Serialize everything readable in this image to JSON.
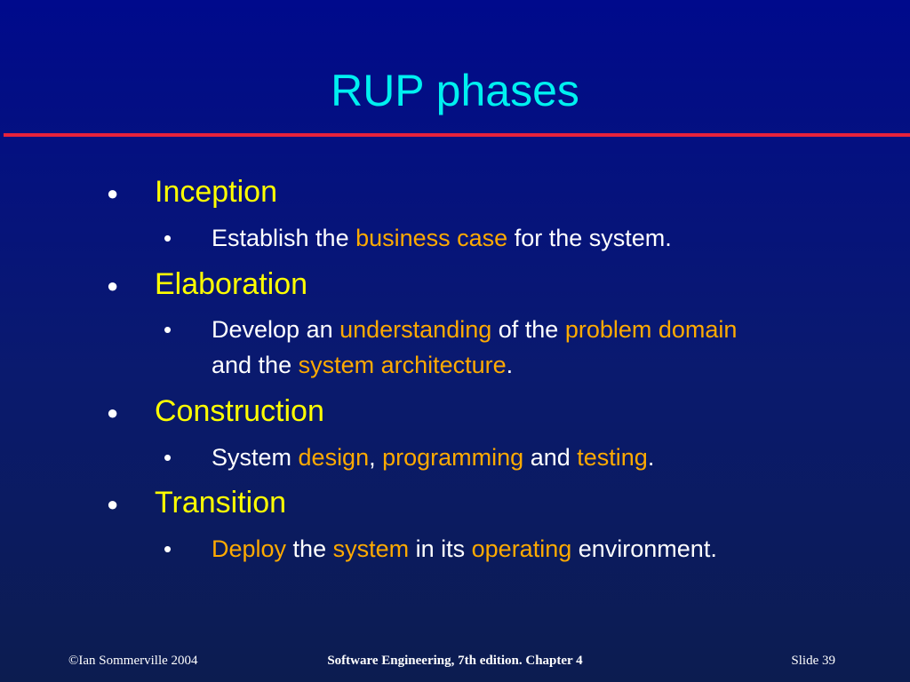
{
  "slide": {
    "title": "RUP phases"
  },
  "phases": [
    {
      "name": "Inception",
      "detail": [
        {
          "t": "Establish the ",
          "h": false
        },
        {
          "t": "business case",
          "h": true
        },
        {
          "t": " for the system.",
          "h": false
        }
      ]
    },
    {
      "name": "Elaboration",
      "detail1": [
        {
          "t": "Develop an ",
          "h": false
        },
        {
          "t": "understanding",
          "h": true
        },
        {
          "t": " of the ",
          "h": false
        },
        {
          "t": "problem domain",
          "h": true
        }
      ],
      "detail2": [
        {
          "t": "and the ",
          "h": false
        },
        {
          "t": "system architecture",
          "h": true
        },
        {
          "t": ".",
          "h": false
        }
      ]
    },
    {
      "name": "Construction",
      "detail": [
        {
          "t": "System ",
          "h": false
        },
        {
          "t": "design",
          "h": true
        },
        {
          "t": ", ",
          "h": false
        },
        {
          "t": "programming",
          "h": true
        },
        {
          "t": " and ",
          "h": false
        },
        {
          "t": "testing",
          "h": true
        },
        {
          "t": ".",
          "h": false
        }
      ]
    },
    {
      "name": "Transition",
      "detail": [
        {
          "t": "Deploy",
          "h": true
        },
        {
          "t": " the ",
          "h": false
        },
        {
          "t": "system",
          "h": true
        },
        {
          "t": " in its ",
          "h": false
        },
        {
          "t": "operating",
          "h": true
        },
        {
          "t": " environment.",
          "h": false
        }
      ]
    }
  ],
  "bullets": {
    "level1": "●",
    "level2": "•"
  },
  "footer": {
    "left": "©Ian Sommerville 2004",
    "center": "Software Engineering, 7th edition. Chapter 4",
    "right": "Slide  39"
  },
  "colors": {
    "title": "#00f0f0",
    "heading": "#ffff00",
    "highlight": "#ffaa00",
    "rule": "#e8223c",
    "background": "#000a8c"
  }
}
